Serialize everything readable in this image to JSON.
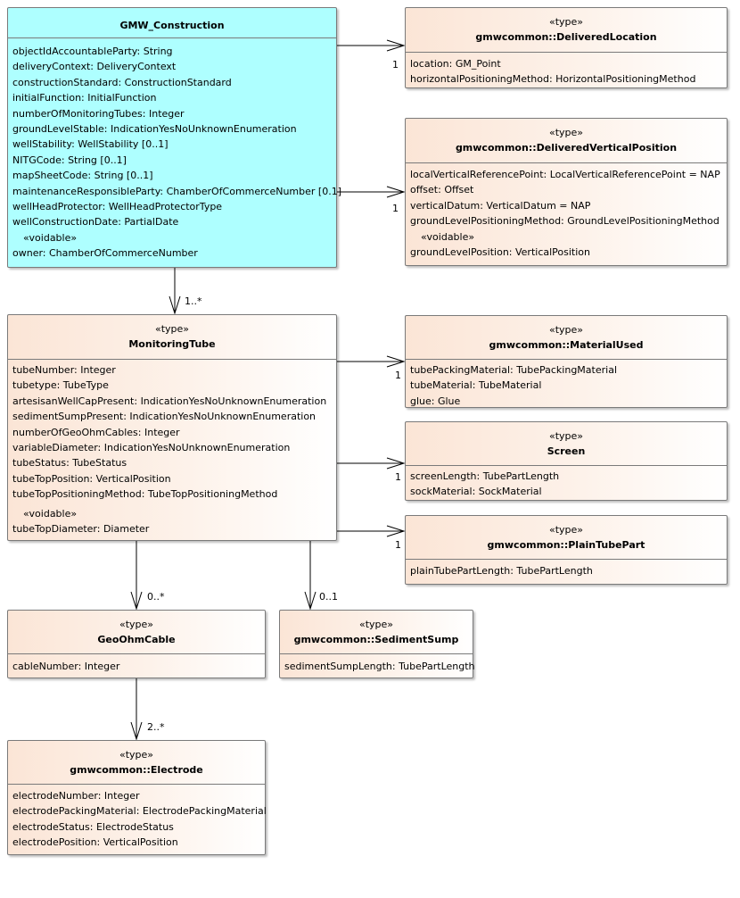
{
  "classes": {
    "gmw_construction": {
      "name": "GMW_Construction",
      "attributes": [
        "objectIdAccountableParty: String",
        "deliveryContext: DeliveryContext",
        "constructionStandard: ConstructionStandard",
        "initialFunction: InitialFunction",
        "numberOfMonitoringTubes: Integer",
        "groundLevelStable: IndicationYesNoUnknownEnumeration",
        "wellStability: WellStability [0..1]",
        "NITGCode: String [0..1]",
        "mapSheetCode: String [0..1]",
        "maintenanceResponsibleParty: ChamberOfCommerceNumber [0.1]",
        "wellHeadProtector: WellHeadProtectorType",
        "wellConstructionDate: PartialDate"
      ],
      "voidable_label": "«voidable»",
      "voidable_attributes": [
        "owner: ChamberOfCommerceNumber"
      ]
    },
    "delivered_location": {
      "stereotype": "«type»",
      "name": "gmwcommon::DeliveredLocation",
      "attributes": [
        "location: GM_Point",
        "horizontalPositioningMethod: HorizontalPositioningMethod"
      ]
    },
    "delivered_vertical_position": {
      "stereotype": "«type»",
      "name": "gmwcommon::DeliveredVerticalPosition",
      "attributes": [
        "localVerticalReferencePoint: LocalVerticalReferencePoint = NAP",
        "offset: Offset",
        "verticalDatum: VerticalDatum = NAP",
        "groundLevelPositioningMethod: GroundLevelPositioningMethod"
      ],
      "voidable_label": "«voidable»",
      "voidable_attributes": [
        "groundLevelPosition: VerticalPosition"
      ]
    },
    "monitoring_tube": {
      "stereotype": "«type»",
      "name": "MonitoringTube",
      "attributes": [
        "tubeNumber: Integer",
        "tubetype: TubeType",
        "artesisanWellCapPresent: IndicationYesNoUnknownEnumeration",
        "sedimentSumpPresent: IndicationYesNoUnknownEnumeration",
        "numberOfGeoOhmCables: Integer",
        "variableDiameter: IndicationYesNoUnknownEnumeration",
        "tubeStatus: TubeStatus",
        "tubeTopPosition: VerticalPosition",
        "tubeTopPositioningMethod: TubeTopPositioningMethod"
      ],
      "voidable_label": "«voidable»",
      "voidable_attributes": [
        "tubeTopDiameter: Diameter"
      ]
    },
    "material_used": {
      "stereotype": "«type»",
      "name": "gmwcommon::MaterialUsed",
      "attributes": [
        "tubePackingMaterial: TubePackingMaterial",
        "tubeMaterial: TubeMaterial",
        "glue: Glue"
      ]
    },
    "screen": {
      "stereotype": "«type»",
      "name": "Screen",
      "attributes": [
        "screenLength: TubePartLength",
        "sockMaterial: SockMaterial"
      ]
    },
    "plain_tube_part": {
      "stereotype": "«type»",
      "name": "gmwcommon::PlainTubePart",
      "attributes": [
        "plainTubePartLength: TubePartLength"
      ]
    },
    "geo_ohm_cable": {
      "stereotype": "«type»",
      "name": "GeoOhmCable",
      "attributes": [
        "cableNumber: Integer"
      ]
    },
    "sediment_sump": {
      "stereotype": "«type»",
      "name": "gmwcommon::SedimentSump",
      "attributes": [
        "sedimentSumpLength: TubePartLength"
      ]
    },
    "electrode": {
      "stereotype": "«type»",
      "name": "gmwcommon::Electrode",
      "attributes": [
        "electrodeNumber: Integer",
        "electrodePackingMaterial: ElectrodePackingMaterial",
        "electrodeStatus: ElectrodeStatus",
        "electrodePosition: VerticalPosition"
      ]
    }
  },
  "associations": [
    {
      "from": "gmw_construction",
      "to": "delivered_location",
      "multiplicity": "1"
    },
    {
      "from": "gmw_construction",
      "to": "delivered_vertical_position",
      "multiplicity": "1"
    },
    {
      "from": "gmw_construction",
      "to": "monitoring_tube",
      "multiplicity": "1..*"
    },
    {
      "from": "monitoring_tube",
      "to": "material_used",
      "multiplicity": "1"
    },
    {
      "from": "monitoring_tube",
      "to": "screen",
      "multiplicity": "1"
    },
    {
      "from": "monitoring_tube",
      "to": "plain_tube_part",
      "multiplicity": "1"
    },
    {
      "from": "monitoring_tube",
      "to": "geo_ohm_cable",
      "multiplicity": "0..*"
    },
    {
      "from": "monitoring_tube",
      "to": "sediment_sump",
      "multiplicity": "0..1"
    },
    {
      "from": "geo_ohm_cable",
      "to": "electrode",
      "multiplicity": "2..*"
    }
  ]
}
